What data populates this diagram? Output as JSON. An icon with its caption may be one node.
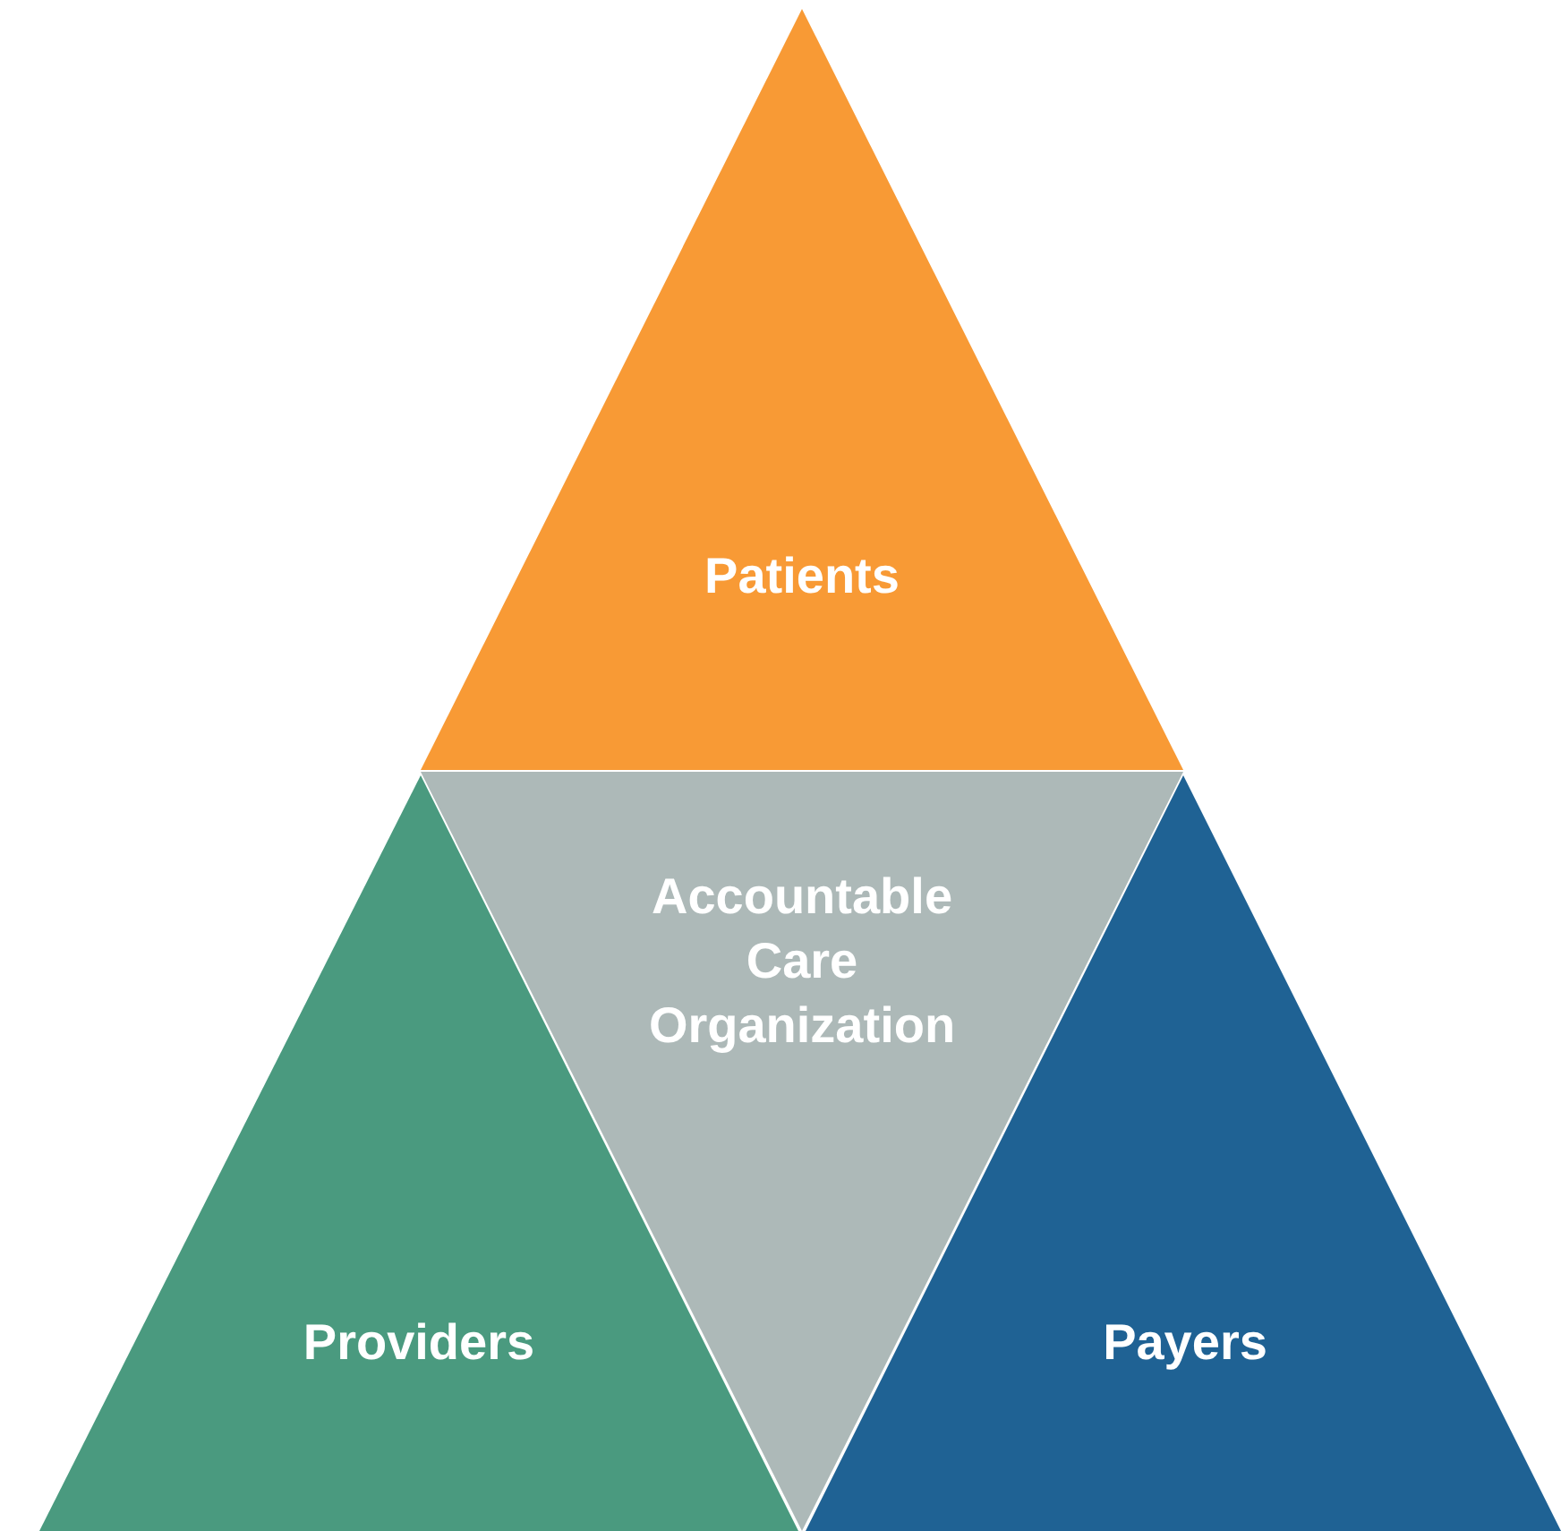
{
  "diagram": {
    "nodes": [
      {
        "text": [
          "Patients"
        ]
      },
      {
        "text": [
          "Accountable Care Organization"
        ]
      },
      {
        "text": [
          "Providers"
        ]
      },
      {
        "text": [
          "Payers"
        ]
      }
    ]
  }
}
